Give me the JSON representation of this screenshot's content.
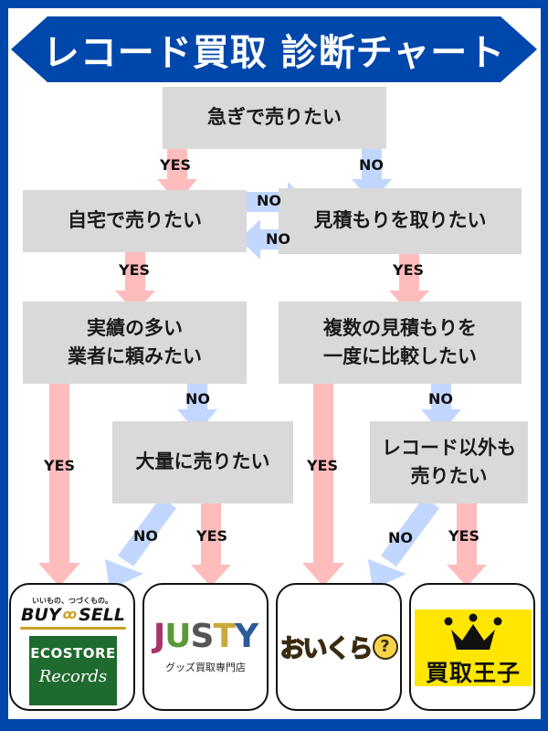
{
  "title": "レコード買取 診断チャート",
  "colors": {
    "frame": "#0047ab",
    "node_bg": "#d9d9d9",
    "yes_arrow": "#ffbcbc",
    "no_arrow": "#c2d7ff"
  },
  "nodes": {
    "q1": "急ぎで売りたい",
    "q2": "自宅で売りたい",
    "q3": "見積もりを取りたい",
    "q4": "実績の多い\n業者に頼みたい",
    "q5": "複数の見積もりを\n一度に比較したい",
    "q6": "大量に売りたい",
    "q7": "レコード以外も\n売りたい"
  },
  "labels": {
    "yes": "YES",
    "no": "NO"
  },
  "results": [
    {
      "name": "BUY SELL ECOSTORE Records",
      "tagline": "いいもの、つづくもの。",
      "brand_top": "BUY",
      "brand_top2": "SELL",
      "sub1": "ECOSTORE",
      "sub2": "Records"
    },
    {
      "name": "JUSTY",
      "letters": [
        "J",
        "U",
        "S",
        "T",
        "Y"
      ],
      "letter_colors": [
        "#a8336b",
        "#5a9a3a",
        "#555555",
        "#c9a93a",
        "#2d5a9a"
      ],
      "sub": "グッズ買取専門店"
    },
    {
      "name": "おいくら",
      "text": "おいくら",
      "mark": "?"
    },
    {
      "name": "買取王子",
      "text": "買取王子"
    }
  ]
}
